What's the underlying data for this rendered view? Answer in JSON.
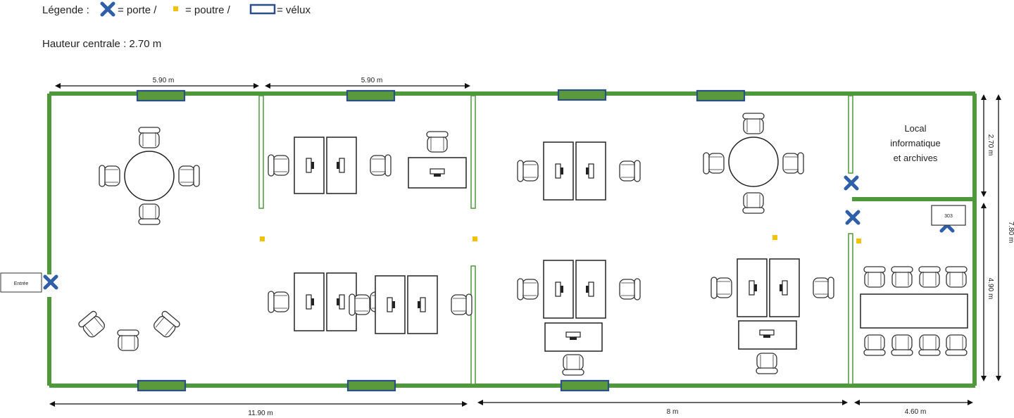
{
  "legend": {
    "prefix": "Légende :",
    "door": "= porte /",
    "beam": "= poutre /",
    "skylight": "= vélux"
  },
  "center_height": "Hauteur centrale : 2.70 m",
  "dimensions": {
    "top_left": "5.90 m",
    "top_middle": "5.90 m",
    "bottom_left": "11.90 m",
    "bottom_middle": "8 m",
    "bottom_right": "4.60 m",
    "right_upper": "2.70 m",
    "right_total": "7.80 m",
    "right_lower": "4.90 m"
  },
  "rooms": {
    "server_room_line1": "Local",
    "server_room_line2": "informatique",
    "server_room_line3": "et archives"
  },
  "labels": {
    "entrance": "Entrée",
    "small_cabinet": "303"
  },
  "colors": {
    "wall": "#4e9a3a",
    "partition": "#8fd19e",
    "door": "#2f5fa8",
    "beam": "#f2c200",
    "skylight_fill": "#5a9a3c",
    "skylight_border": "#2b4f87"
  },
  "icons": {
    "door": "x-cross-icon",
    "beam": "square-dot-icon",
    "skylight": "skylight-rect-icon",
    "chair": "chair-icon",
    "desk": "desk-icon",
    "monitor": "monitor-icon",
    "table": "round-table-icon"
  }
}
